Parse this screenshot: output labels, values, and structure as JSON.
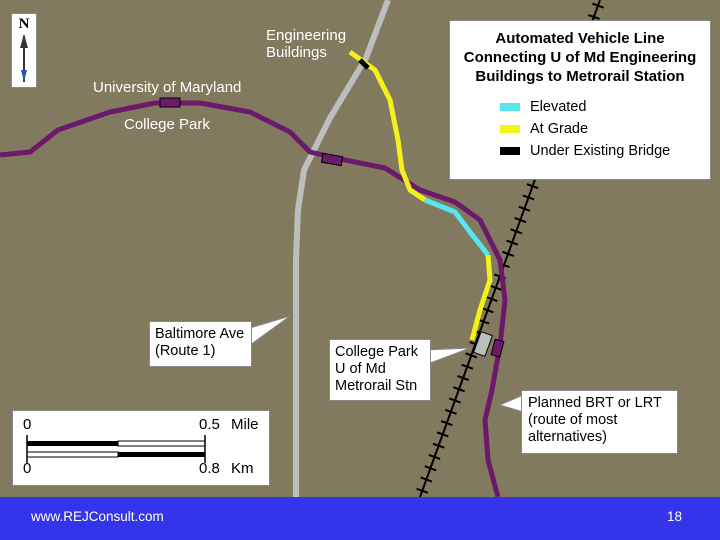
{
  "map_labels": {
    "engineering": [
      "Engineering",
      "Buildings"
    ],
    "university": "University of Maryland",
    "college_park": "College Park"
  },
  "legend": {
    "title": [
      "Automated Vehicle Line",
      "Connecting U of Md Engineering",
      "Buildings to Metrorail Station"
    ],
    "items": [
      {
        "label": "Elevated",
        "color": "#55e6f0"
      },
      {
        "label": "At Grade",
        "color": "#f2f21a"
      },
      {
        "label": "Under Existing Bridge",
        "color": "#000000"
      }
    ]
  },
  "callouts": {
    "route1": [
      "Baltimore Ave",
      "(Route 1)"
    ],
    "station": [
      "College Park",
      "U of Md",
      "Metrorail Stn"
    ],
    "brt": [
      "Planned BRT or LRT",
      "(route of most",
      "alternatives)"
    ]
  },
  "scale": {
    "mile_zero": "0",
    "mile_value": "0.5",
    "mile_unit": "Mile",
    "km_zero": "0",
    "km_value": "0.8",
    "km_unit": "Km"
  },
  "compass": {
    "label": "N"
  },
  "footer": {
    "url": "www.REJConsult.com",
    "page": "18"
  },
  "colors": {
    "background": "#827a5e",
    "purple_line": "#6b1a6b",
    "road": "#bdbdbd",
    "elevated": "#55e6f0",
    "at_grade": "#f2f21a",
    "footer": "#3434ea"
  }
}
